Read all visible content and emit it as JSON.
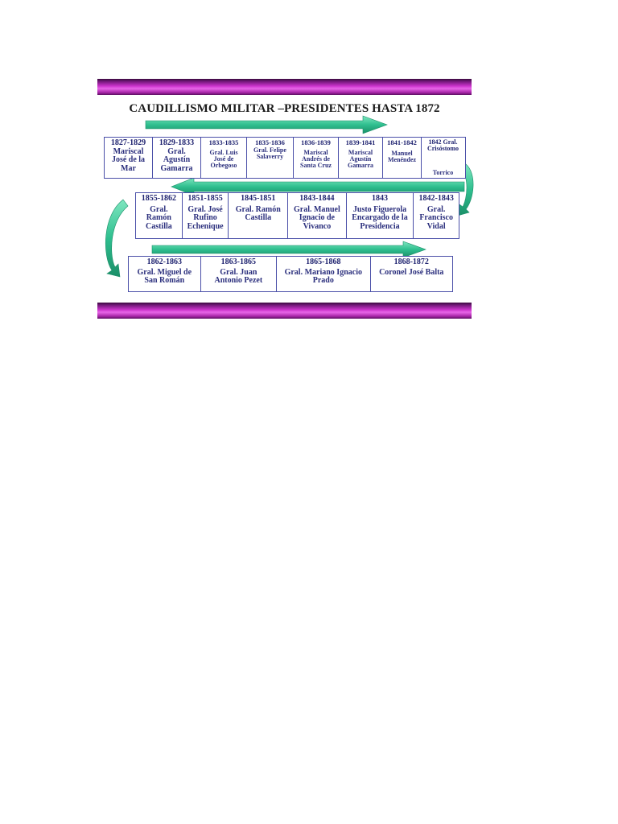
{
  "slide": {
    "title": "CAUDILLISMO MILITAR –PRESIDENTES HASTA 1872",
    "colors": {
      "band": "#9b2aa0",
      "box_border": "#4a4fa8",
      "text": "#2b2f7d",
      "arrow": "#2fbf8f"
    },
    "row1": [
      {
        "years": "1827-1829",
        "name": "Mariscal José de la Mar"
      },
      {
        "years": "1829-1833",
        "name": "Gral. Agustín Gamarra"
      },
      {
        "years": "1833-1835",
        "name": "Gral. Luis José de Orbegoso"
      },
      {
        "years": "1835-1836",
        "name": "Gral. Felipe Salaverry"
      },
      {
        "years": "1836-1839",
        "name": "Mariscal Andrés de Santa Cruz"
      },
      {
        "years": "1839-1841",
        "name": "Mariscal Agustín Gamarra"
      },
      {
        "years": "1841-1842",
        "name": "Manuel Menéndez"
      },
      {
        "years": "1842 Gral. Crisóstomo",
        "name": "Torrico"
      }
    ],
    "row2": [
      {
        "years": "1855-1862",
        "name": "Gral. Ramón Castilla"
      },
      {
        "years": "1851-1855",
        "name": "Gral. José Rufino Echenique"
      },
      {
        "years": "1845-1851",
        "name": "Gral. Ramón Castilla"
      },
      {
        "years": "1843-1844",
        "name": "Gral. Manuel Ignacio de Vivanco"
      },
      {
        "years": "1843",
        "name": "Justo Figuerola Encargado de la Presidencia"
      },
      {
        "years": "1842-1843",
        "name": "Gral. Francisco Vidal"
      }
    ],
    "row3": [
      {
        "years": "1862-1863",
        "name": "Gral. Miguel de San Román"
      },
      {
        "years": "1863-1865",
        "name": "Gral. Juan Antonio Pezet"
      },
      {
        "years": "1865-1868",
        "name": "Gral. Mariano Ignacio Prado"
      },
      {
        "years": "1868-1872",
        "name": "Coronel José Balta"
      }
    ]
  }
}
